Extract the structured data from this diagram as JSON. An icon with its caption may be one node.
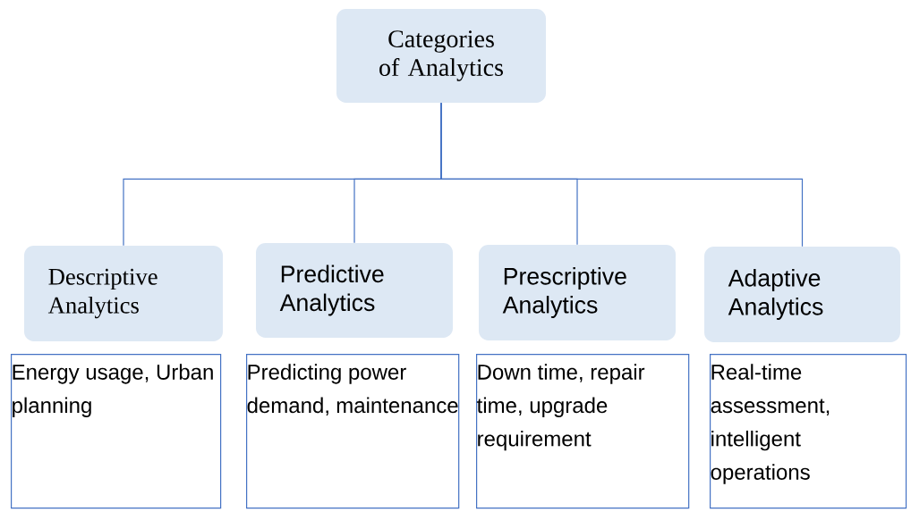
{
  "diagram": {
    "nodes": [
      {
        "text": [
          "Categories of Analytics"
        ]
      },
      {
        "text": [
          "Descriptive Analytics"
        ]
      },
      {
        "text": [
          "Predictive Analytics"
        ]
      },
      {
        "text": [
          "Prescriptive Analytics"
        ]
      },
      {
        "text": [
          "Adaptive Analytics"
        ]
      },
      {
        "text": [
          "Energy usage, Urban planning"
        ]
      },
      {
        "text": [
          "Predicting power demand, maintenance"
        ]
      },
      {
        "text": [
          "Down time, repair time, upgrade requirement"
        ]
      },
      {
        "text": [
          "Real-time assessment, intelligent operations"
        ]
      }
    ],
    "edges": [
      {
        "from": 0,
        "to": 1,
        "arrow": "none"
      },
      {
        "from": 0,
        "to": 2,
        "arrow": "none"
      },
      {
        "from": 0,
        "to": 3,
        "arrow": "none"
      },
      {
        "from": 0,
        "to": 4,
        "arrow": "none"
      }
    ]
  }
}
